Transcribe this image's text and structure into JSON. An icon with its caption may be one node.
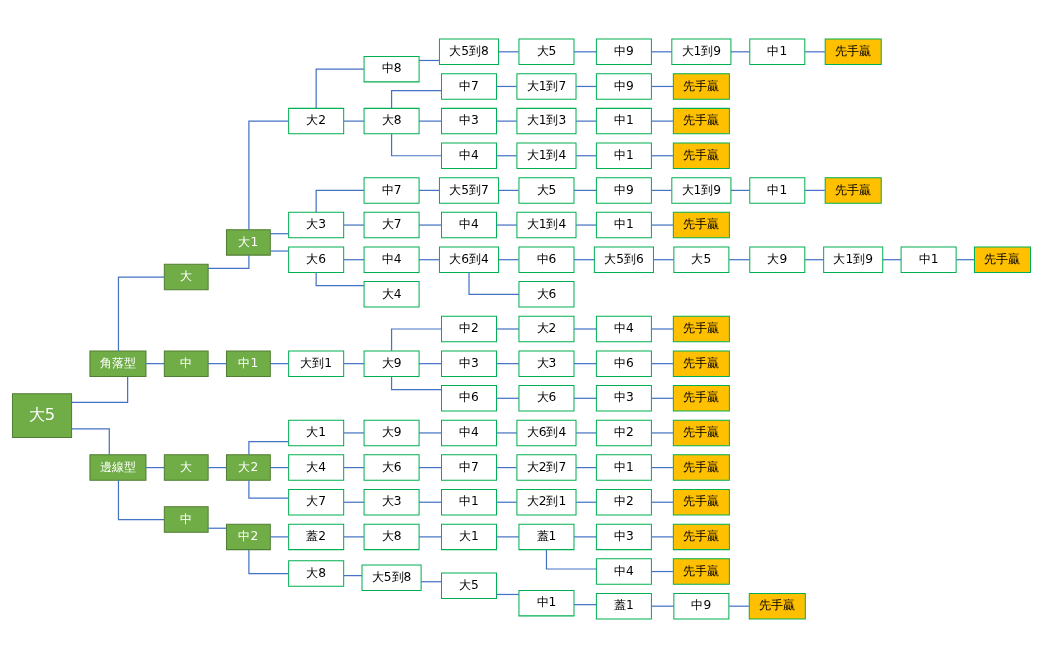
{
  "diagram": {
    "nodes": [
      {
        "text": [
          "大5"
        ]
      },
      {
        "text": [
          "角落型"
        ]
      },
      {
        "text": [
          "大"
        ]
      },
      {
        "text": [
          "大1"
        ]
      },
      {
        "text": [
          "大2"
        ]
      },
      {
        "text": [
          "中8"
        ]
      },
      {
        "text": [
          "大5到8"
        ]
      },
      {
        "text": [
          "大5"
        ]
      },
      {
        "text": [
          "中9"
        ]
      },
      {
        "text": [
          "大1到9"
        ]
      },
      {
        "text": [
          "中1"
        ]
      },
      {
        "text": [
          "先手贏"
        ]
      },
      {
        "text": [
          "大8"
        ]
      },
      {
        "text": [
          "中7"
        ]
      },
      {
        "text": [
          "大1到7"
        ]
      },
      {
        "text": [
          "中9"
        ]
      },
      {
        "text": [
          "先手贏"
        ]
      },
      {
        "text": [
          "中3"
        ]
      },
      {
        "text": [
          "大1到3"
        ]
      },
      {
        "text": [
          "中1"
        ]
      },
      {
        "text": [
          "先手贏"
        ]
      },
      {
        "text": [
          "中4"
        ]
      },
      {
        "text": [
          "大1到4"
        ]
      },
      {
        "text": [
          "中1"
        ]
      },
      {
        "text": [
          "先手贏"
        ]
      },
      {
        "text": [
          "大3"
        ]
      },
      {
        "text": [
          "中7"
        ]
      },
      {
        "text": [
          "大5到7"
        ]
      },
      {
        "text": [
          "大5"
        ]
      },
      {
        "text": [
          "中9"
        ]
      },
      {
        "text": [
          "大1到9"
        ]
      },
      {
        "text": [
          "中1"
        ]
      },
      {
        "text": [
          "先手贏"
        ]
      },
      {
        "text": [
          "大7"
        ]
      },
      {
        "text": [
          "中4"
        ]
      },
      {
        "text": [
          "大1到4"
        ]
      },
      {
        "text": [
          "中1"
        ]
      },
      {
        "text": [
          "先手贏"
        ]
      },
      {
        "text": [
          "大6"
        ]
      },
      {
        "text": [
          "中4"
        ]
      },
      {
        "text": [
          "大6到4"
        ]
      },
      {
        "text": [
          "中6"
        ]
      },
      {
        "text": [
          "大5到6"
        ]
      },
      {
        "text": [
          "大5"
        ]
      },
      {
        "text": [
          "大9"
        ]
      },
      {
        "text": [
          "大1到9"
        ]
      },
      {
        "text": [
          "中1"
        ]
      },
      {
        "text": [
          "先手贏"
        ]
      },
      {
        "text": [
          "大6"
        ]
      },
      {
        "text": [
          "大4"
        ]
      },
      {
        "text": [
          "中"
        ]
      },
      {
        "text": [
          "中1"
        ]
      },
      {
        "text": [
          "大到1"
        ]
      },
      {
        "text": [
          "大9"
        ]
      },
      {
        "text": [
          "中2"
        ]
      },
      {
        "text": [
          "大2"
        ]
      },
      {
        "text": [
          "中4"
        ]
      },
      {
        "text": [
          "先手贏"
        ]
      },
      {
        "text": [
          "中3"
        ]
      },
      {
        "text": [
          "大3"
        ]
      },
      {
        "text": [
          "中6"
        ]
      },
      {
        "text": [
          "先手贏"
        ]
      },
      {
        "text": [
          "中6"
        ]
      },
      {
        "text": [
          "大6"
        ]
      },
      {
        "text": [
          "中3"
        ]
      },
      {
        "text": [
          "先手贏"
        ]
      },
      {
        "text": [
          "邊線型"
        ]
      },
      {
        "text": [
          "大"
        ]
      },
      {
        "text": [
          "大2"
        ]
      },
      {
        "text": [
          "大1"
        ]
      },
      {
        "text": [
          "大9"
        ]
      },
      {
        "text": [
          "中4"
        ]
      },
      {
        "text": [
          "大6到4"
        ]
      },
      {
        "text": [
          "中2"
        ]
      },
      {
        "text": [
          "先手贏"
        ]
      },
      {
        "text": [
          "大4"
        ]
      },
      {
        "text": [
          "大6"
        ]
      },
      {
        "text": [
          "中7"
        ]
      },
      {
        "text": [
          "大2到7"
        ]
      },
      {
        "text": [
          "中1"
        ]
      },
      {
        "text": [
          "先手贏"
        ]
      },
      {
        "text": [
          "大7"
        ]
      },
      {
        "text": [
          "大3"
        ]
      },
      {
        "text": [
          "中1"
        ]
      },
      {
        "text": [
          "大2到1"
        ]
      },
      {
        "text": [
          "中2"
        ]
      },
      {
        "text": [
          "先手贏"
        ]
      },
      {
        "text": [
          "中"
        ]
      },
      {
        "text": [
          "中2"
        ]
      },
      {
        "text": [
          "蓋2"
        ]
      },
      {
        "text": [
          "大8"
        ]
      },
      {
        "text": [
          "大1"
        ]
      },
      {
        "text": [
          "蓋1"
        ]
      },
      {
        "text": [
          "中3"
        ]
      },
      {
        "text": [
          "先手贏"
        ]
      },
      {
        "text": [
          "中4"
        ]
      },
      {
        "text": [
          "先手贏"
        ]
      },
      {
        "text": [
          "大8"
        ]
      },
      {
        "text": [
          "大5到8"
        ]
      },
      {
        "text": [
          "大5"
        ]
      },
      {
        "text": [
          "中1"
        ]
      },
      {
        "text": [
          "蓋1"
        ]
      },
      {
        "text": [
          "中9"
        ]
      },
      {
        "text": [
          "先手贏"
        ]
      }
    ],
    "edges": [
      {
        "from": 0,
        "to": 1,
        "arrow": "none"
      },
      {
        "from": 1,
        "to": 2,
        "arrow": "none"
      },
      {
        "from": 2,
        "to": 3,
        "arrow": "none"
      },
      {
        "from": 3,
        "to": 4,
        "arrow": "none"
      },
      {
        "from": 4,
        "to": 5,
        "arrow": "none"
      },
      {
        "from": 5,
        "to": 6,
        "arrow": "none"
      },
      {
        "from": 6,
        "to": 7,
        "arrow": "none"
      },
      {
        "from": 7,
        "to": 8,
        "arrow": "none"
      },
      {
        "from": 8,
        "to": 9,
        "arrow": "none"
      },
      {
        "from": 9,
        "to": 10,
        "arrow": "none"
      },
      {
        "from": 10,
        "to": 11,
        "arrow": "none"
      },
      {
        "from": 4,
        "to": 12,
        "arrow": "none"
      },
      {
        "from": 12,
        "to": 13,
        "arrow": "none"
      },
      {
        "from": 13,
        "to": 14,
        "arrow": "none"
      },
      {
        "from": 14,
        "to": 15,
        "arrow": "none"
      },
      {
        "from": 15,
        "to": 16,
        "arrow": "none"
      },
      {
        "from": 12,
        "to": 17,
        "arrow": "none"
      },
      {
        "from": 17,
        "to": 18,
        "arrow": "none"
      },
      {
        "from": 18,
        "to": 19,
        "arrow": "none"
      },
      {
        "from": 19,
        "to": 20,
        "arrow": "none"
      },
      {
        "from": 12,
        "to": 21,
        "arrow": "none"
      },
      {
        "from": 21,
        "to": 22,
        "arrow": "none"
      },
      {
        "from": 22,
        "to": 23,
        "arrow": "none"
      },
      {
        "from": 23,
        "to": 24,
        "arrow": "none"
      },
      {
        "from": 3,
        "to": 25,
        "arrow": "none"
      },
      {
        "from": 25,
        "to": 26,
        "arrow": "none"
      },
      {
        "from": 26,
        "to": 27,
        "arrow": "none"
      },
      {
        "from": 27,
        "to": 28,
        "arrow": "none"
      },
      {
        "from": 28,
        "to": 29,
        "arrow": "none"
      },
      {
        "from": 29,
        "to": 30,
        "arrow": "none"
      },
      {
        "from": 30,
        "to": 31,
        "arrow": "none"
      },
      {
        "from": 31,
        "to": 32,
        "arrow": "none"
      },
      {
        "from": 25,
        "to": 33,
        "arrow": "none"
      },
      {
        "from": 33,
        "to": 34,
        "arrow": "none"
      },
      {
        "from": 34,
        "to": 35,
        "arrow": "none"
      },
      {
        "from": 35,
        "to": 36,
        "arrow": "none"
      },
      {
        "from": 36,
        "to": 37,
        "arrow": "none"
      },
      {
        "from": 3,
        "to": 38,
        "arrow": "none"
      },
      {
        "from": 38,
        "to": 39,
        "arrow": "none"
      },
      {
        "from": 39,
        "to": 40,
        "arrow": "none"
      },
      {
        "from": 40,
        "to": 41,
        "arrow": "none"
      },
      {
        "from": 41,
        "to": 42,
        "arrow": "none"
      },
      {
        "from": 42,
        "to": 43,
        "arrow": "none"
      },
      {
        "from": 43,
        "to": 44,
        "arrow": "none"
      },
      {
        "from": 44,
        "to": 45,
        "arrow": "none"
      },
      {
        "from": 45,
        "to": 46,
        "arrow": "none"
      },
      {
        "from": 46,
        "to": 47,
        "arrow": "none"
      },
      {
        "from": 40,
        "to": 48,
        "arrow": "none"
      },
      {
        "from": 38,
        "to": 49,
        "arrow": "none"
      },
      {
        "from": 1,
        "to": 50,
        "arrow": "none"
      },
      {
        "from": 50,
        "to": 51,
        "arrow": "none"
      },
      {
        "from": 51,
        "to": 52,
        "arrow": "none"
      },
      {
        "from": 52,
        "to": 53,
        "arrow": "none"
      },
      {
        "from": 53,
        "to": 54,
        "arrow": "none"
      },
      {
        "from": 54,
        "to": 55,
        "arrow": "none"
      },
      {
        "from": 55,
        "to": 56,
        "arrow": "none"
      },
      {
        "from": 56,
        "to": 57,
        "arrow": "none"
      },
      {
        "from": 53,
        "to": 58,
        "arrow": "none"
      },
      {
        "from": 58,
        "to": 59,
        "arrow": "none"
      },
      {
        "from": 59,
        "to": 60,
        "arrow": "none"
      },
      {
        "from": 60,
        "to": 61,
        "arrow": "none"
      },
      {
        "from": 53,
        "to": 62,
        "arrow": "none"
      },
      {
        "from": 62,
        "to": 63,
        "arrow": "none"
      },
      {
        "from": 63,
        "to": 64,
        "arrow": "none"
      },
      {
        "from": 64,
        "to": 65,
        "arrow": "none"
      },
      {
        "from": 0,
        "to": 66,
        "arrow": "none"
      },
      {
        "from": 66,
        "to": 67,
        "arrow": "none"
      },
      {
        "from": 67,
        "to": 68,
        "arrow": "none"
      },
      {
        "from": 68,
        "to": 69,
        "arrow": "none"
      },
      {
        "from": 69,
        "to": 70,
        "arrow": "none"
      },
      {
        "from": 70,
        "to": 71,
        "arrow": "none"
      },
      {
        "from": 71,
        "to": 72,
        "arrow": "none"
      },
      {
        "from": 72,
        "to": 73,
        "arrow": "none"
      },
      {
        "from": 73,
        "to": 74,
        "arrow": "none"
      },
      {
        "from": 68,
        "to": 75,
        "arrow": "none"
      },
      {
        "from": 75,
        "to": 76,
        "arrow": "none"
      },
      {
        "from": 76,
        "to": 77,
        "arrow": "none"
      },
      {
        "from": 77,
        "to": 78,
        "arrow": "none"
      },
      {
        "from": 78,
        "to": 79,
        "arrow": "none"
      },
      {
        "from": 79,
        "to": 80,
        "arrow": "none"
      },
      {
        "from": 68,
        "to": 81,
        "arrow": "none"
      },
      {
        "from": 81,
        "to": 82,
        "arrow": "none"
      },
      {
        "from": 82,
        "to": 83,
        "arrow": "none"
      },
      {
        "from": 83,
        "to": 84,
        "arrow": "none"
      },
      {
        "from": 84,
        "to": 85,
        "arrow": "none"
      },
      {
        "from": 85,
        "to": 86,
        "arrow": "none"
      },
      {
        "from": 66,
        "to": 87,
        "arrow": "none"
      },
      {
        "from": 87,
        "to": 88,
        "arrow": "none"
      },
      {
        "from": 88,
        "to": 89,
        "arrow": "none"
      },
      {
        "from": 89,
        "to": 90,
        "arrow": "none"
      },
      {
        "from": 90,
        "to": 91,
        "arrow": "none"
      },
      {
        "from": 91,
        "to": 92,
        "arrow": "none"
      },
      {
        "from": 92,
        "to": 93,
        "arrow": "none"
      },
      {
        "from": 93,
        "to": 94,
        "arrow": "none"
      },
      {
        "from": 92,
        "to": 95,
        "arrow": "none"
      },
      {
        "from": 95,
        "to": 96,
        "arrow": "none"
      },
      {
        "from": 88,
        "to": 97,
        "arrow": "none"
      },
      {
        "from": 97,
        "to": 98,
        "arrow": "none"
      },
      {
        "from": 98,
        "to": 99,
        "arrow": "none"
      },
      {
        "from": 99,
        "to": 100,
        "arrow": "none"
      },
      {
        "from": 100,
        "to": 101,
        "arrow": "none"
      },
      {
        "from": 101,
        "to": 102,
        "arrow": "none"
      },
      {
        "from": 102,
        "to": 103,
        "arrow": "none"
      }
    ]
  }
}
